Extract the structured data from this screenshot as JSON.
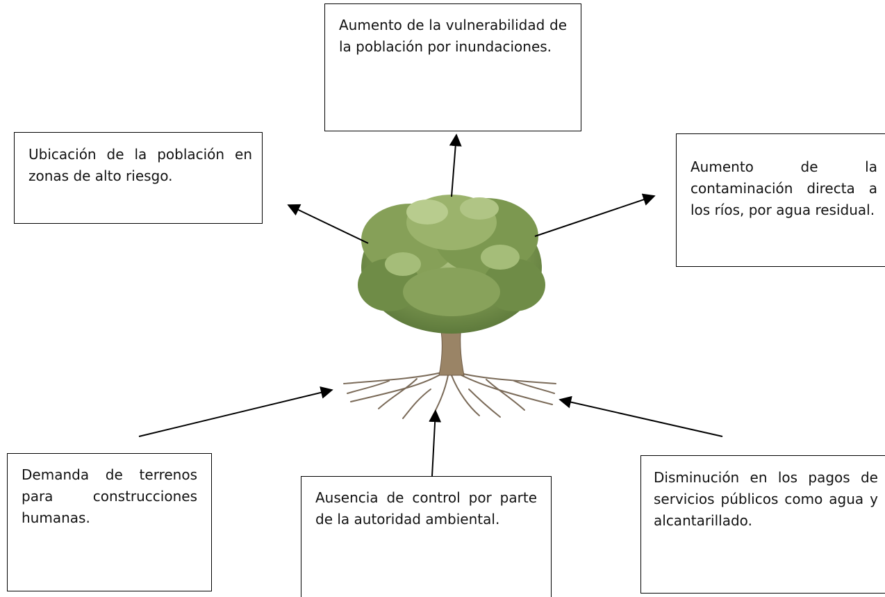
{
  "effects": {
    "top": "Aumento de la vulnerabilidad de la población por inundaciones.",
    "left": "Ubicación de la población en zonas de alto riesgo.",
    "right": "Aumento de la contaminación directa a los ríos, por agua residual."
  },
  "causes": {
    "bottom_left": "Demanda de terrenos para construcciones humanas.",
    "bottom_middle": "Ausencia de control por parte de la autoridad ambiental.",
    "bottom_right": "Disminución en los pagos de servicios públicos como agua y alcantarillado."
  },
  "colors": {
    "foliage_dark": "#5e7a3c",
    "foliage_mid": "#7f9a52",
    "foliage_light": "#b5c98a",
    "trunk": "#9a8466",
    "roots": "#7a6a58"
  },
  "central_image": "tree-icon"
}
